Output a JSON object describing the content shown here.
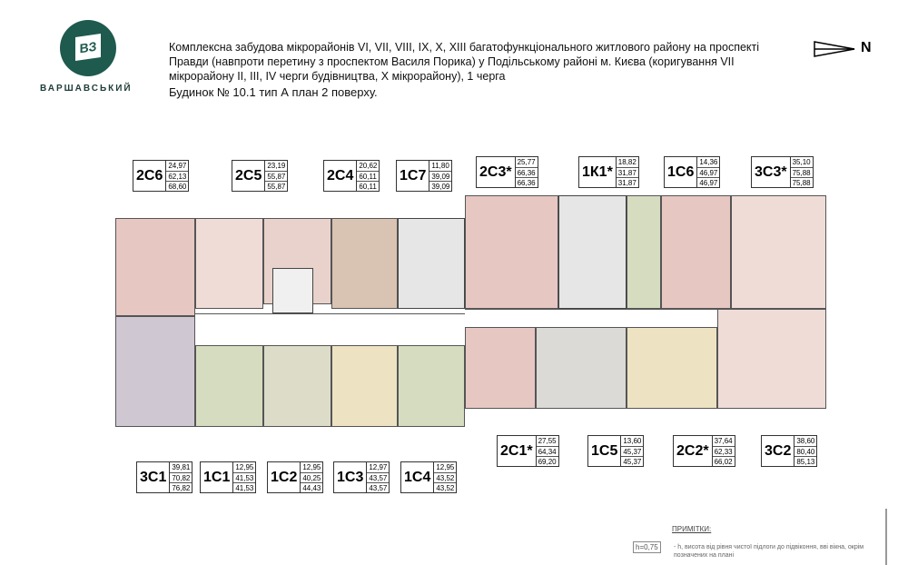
{
  "brand": {
    "logo_text": "ВЗ",
    "name": "ВАРШАВСЬКИЙ"
  },
  "header": {
    "title": "Комплексна забудова мікрорайонів VI, VII, VIII, IX, X, XIII багатофункціонального житлового району на проспекті Правди (навпроти перетину з проспектом Василя Порика) у Подільському районі м. Києва (коригування VII мікрорайону II, III, IV черги будівництва, X мікрорайону), 1 черга",
    "subtitle": "Будинок № 10.1  тип А   план 2 поверху.",
    "north": "N"
  },
  "colors": {
    "pink": "#e6c7c2",
    "light_pink": "#efdcd7",
    "brown": "#d9c3b2",
    "green": "#d6dcc0",
    "yellow": "#ede3c3",
    "purple": "#cfc8d3",
    "gray": "#dcdad6"
  },
  "apartments": [
    {
      "code": "2С6",
      "values": [
        "24,97",
        "62,13",
        "68,60"
      ]
    },
    {
      "code": "2С5",
      "values": [
        "23,19",
        "55,87",
        "55,87"
      ]
    },
    {
      "code": "2С4",
      "values": [
        "20,62",
        "60,11",
        "60,11"
      ]
    },
    {
      "code": "1С7",
      "values": [
        "11,80",
        "39,09",
        "39,09"
      ]
    },
    {
      "code": "2С3*",
      "values": [
        "25,77",
        "66,36",
        "66,36"
      ]
    },
    {
      "code": "1К1*",
      "values": [
        "18,82",
        "31,87",
        "31,87"
      ]
    },
    {
      "code": "1С6",
      "values": [
        "14,36",
        "46,97",
        "46,97"
      ]
    },
    {
      "code": "3С3*",
      "values": [
        "35,10",
        "75,88",
        "75,88"
      ]
    },
    {
      "code": "3С1",
      "values": [
        "39,81",
        "70,82",
        "76,82"
      ]
    },
    {
      "code": "1С1",
      "values": [
        "12,95",
        "41,53",
        "41,53"
      ]
    },
    {
      "code": "1С2",
      "values": [
        "12,95",
        "40,25",
        "44,43"
      ]
    },
    {
      "code": "1С3",
      "values": [
        "12,97",
        "43,57",
        "43,57"
      ]
    },
    {
      "code": "1С4",
      "values": [
        "12,95",
        "43,52",
        "43,52"
      ]
    },
    {
      "code": "2С1*",
      "values": [
        "27,55",
        "64,34",
        "69,20"
      ]
    },
    {
      "code": "1С5",
      "values": [
        "13,60",
        "45,37",
        "45,37"
      ]
    },
    {
      "code": "2С2*",
      "values": [
        "37,64",
        "62,33",
        "66,02"
      ]
    },
    {
      "code": "3С2",
      "values": [
        "38,60",
        "80,40",
        "85,13"
      ]
    }
  ],
  "notes": {
    "title": "ПРИМІТКИ:",
    "h_label": "h=0,75",
    "text": "- h, висота від рівня чистої підлоги до підвіконня, вві вікна, окрім позначених на плані"
  }
}
